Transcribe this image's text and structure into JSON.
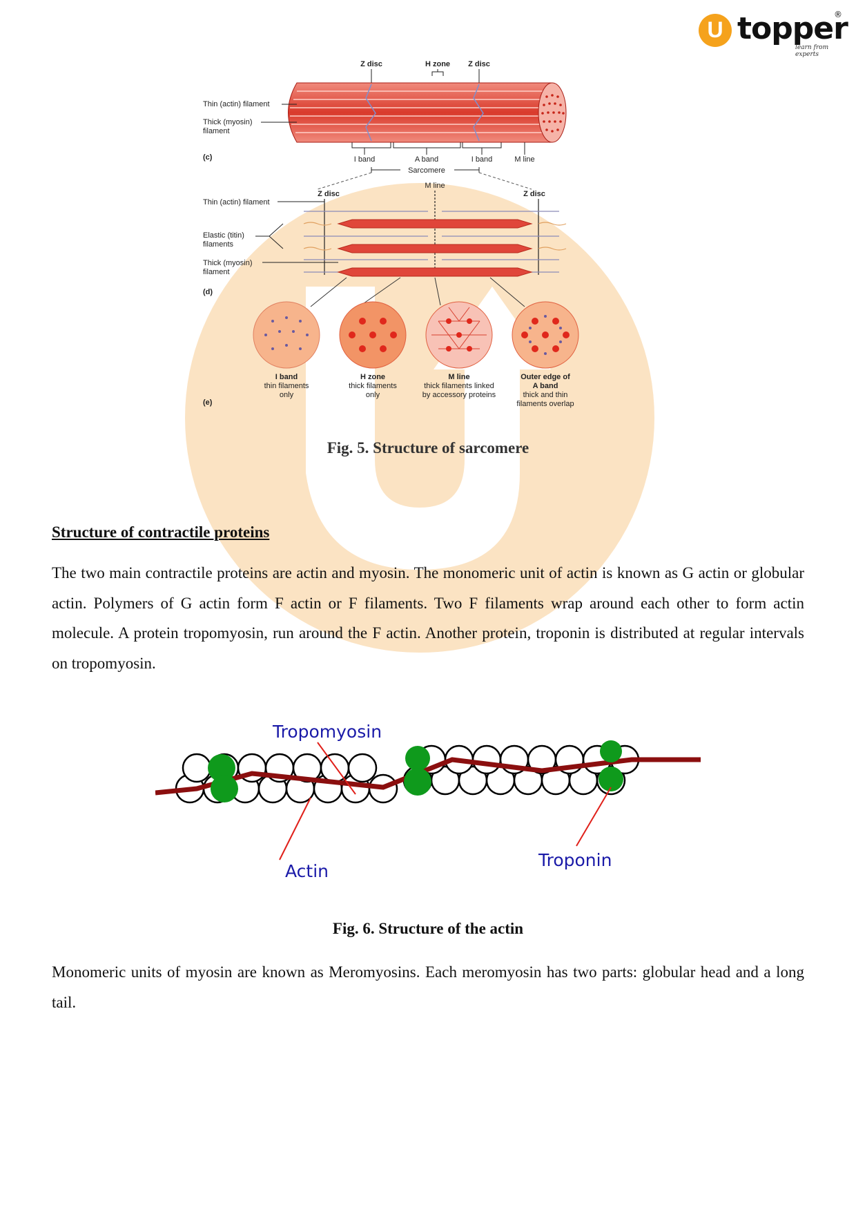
{
  "logo": {
    "mark": "U",
    "wordmark": "topper",
    "registered": "®",
    "tagline": "learn from experts"
  },
  "figure5": {
    "labels": {
      "z_disc_top_left": "Z disc",
      "h_zone_top": "H zone",
      "z_disc_top_right": "Z disc",
      "thin_filament_c": "Thin (actin) filament",
      "thick_filament_c_1": "Thick (myosin)",
      "thick_filament_c_2": "filament",
      "panel_c": "(c)",
      "i_band_left": "I band",
      "a_band": "A band",
      "i_band_right": "I band",
      "m_line_c": "M line",
      "sarcomere": "Sarcomere",
      "m_line_d": "M line",
      "z_disc_d_left": "Z disc",
      "z_disc_d_right": "Z disc",
      "thin_filament_d": "Thin (actin) filament",
      "elastic_1": "Elastic (titin)",
      "elastic_2": "filaments",
      "thick_d_1": "Thick (myosin)",
      "thick_d_2": "filament",
      "panel_d": "(d)",
      "panel_e": "(e)"
    },
    "cross_sections": [
      {
        "title": "I band",
        "desc": [
          "thin filaments",
          "only"
        ]
      },
      {
        "title": "H zone",
        "desc": [
          "thick filaments",
          "only"
        ]
      },
      {
        "title": "M line",
        "desc": [
          "thick filaments linked",
          "by accessory proteins"
        ]
      },
      {
        "title": "Outer edge of",
        "title2": "A band",
        "desc": [
          "thick and thin",
          "filaments overlap"
        ]
      }
    ],
    "caption": "Fig. 5. Structure of sarcomere"
  },
  "section_heading": "Structure of contractile proteins",
  "paragraph1": "The two main contractile proteins are actin and myosin. The monomeric unit of actin is known as G actin or globular actin. Polymers of G actin form F actin or F filaments. Two F filaments wrap around each other to form actin molecule. A protein tropomyosin, run around the F actin. Another protein, troponin is distributed at regular intervals on tropomyosin.",
  "figure6": {
    "labels": {
      "tropomyosin": "Tropomyosin",
      "actin": "Actin",
      "troponin": "Troponin"
    },
    "caption": "Fig. 6. Structure of the actin"
  },
  "paragraph2": "Monomeric units of myosin are known as Meromyosins. Each meromyosin has two parts: globular head and a long tail.",
  "colors": {
    "watermark": "#fbe3c3",
    "muscle_red": "#e0463a",
    "troponin_green": "#0f9a1c",
    "tropomyosin_red": "#8b0f0f",
    "label_blue": "#1a1aa8",
    "logo_orange": "#f5a21c"
  }
}
